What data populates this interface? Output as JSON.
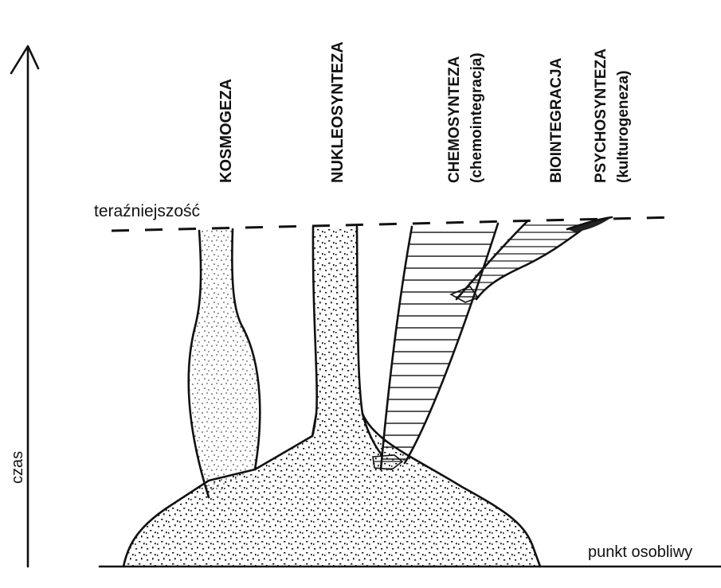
{
  "labels": {
    "time_axis": "czas",
    "present": "teraźniejszość",
    "singularity": "punkt osobliwy",
    "kosmogeneza": "KOSMOGEZA",
    "nukleosynteza": "NUKLEOSYNTEZA",
    "chemosynteza": "CHEMOSYNTEZA",
    "chemosynteza_sub": "(chemointegracja)",
    "biointegracja": "BIOINTEGRACJA",
    "psychosynteza": "PSYCHOSYNTEZA",
    "psychosynteza_sub": "(kulturogeneza)"
  },
  "colors": {
    "ink": "#111111",
    "background": "#ffffff"
  },
  "icons": {
    "axis_arrow": "arrow-up-icon"
  }
}
